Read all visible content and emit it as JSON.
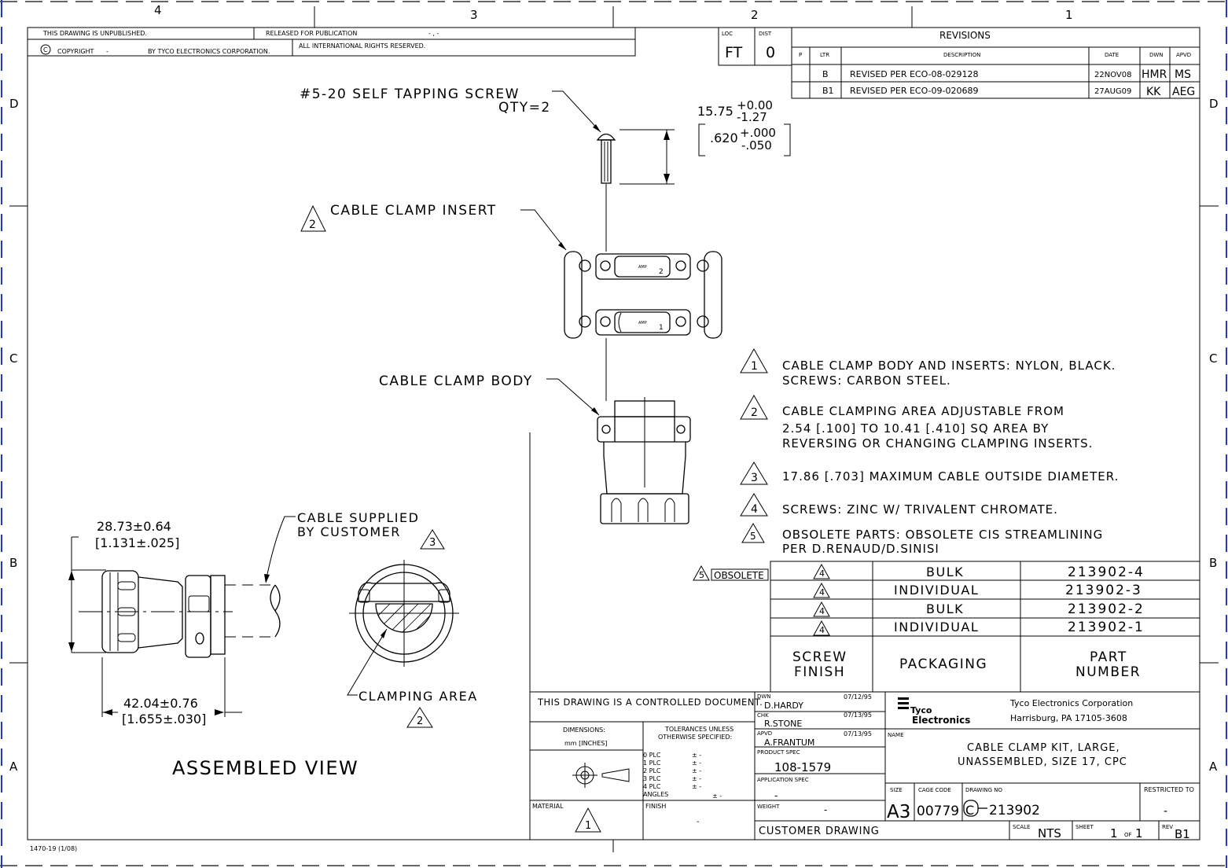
{
  "border": {
    "zones_top": [
      "4",
      "3",
      "2",
      "1"
    ],
    "zones_side": [
      "D",
      "C",
      "B",
      "A"
    ]
  },
  "header": {
    "unpublished": "THIS DRAWING IS UNPUBLISHED.",
    "released": "RELEASED FOR PUBLICATION",
    "release_date": "- , -",
    "copyright_mark": "C",
    "copyright_label": "COPYRIGHT",
    "copyright_dash": "-",
    "copyright_by": "BY TYCO ELECTRONICS CORPORATION.",
    "rights": "ALL INTERNATIONAL RIGHTS RESERVED."
  },
  "loc_dist": {
    "loc_label": "LOC",
    "loc_value": "FT",
    "dist_label": "DIST",
    "dist_value": "0"
  },
  "revisions": {
    "title": "REVISIONS",
    "headers": [
      "P",
      "LTR",
      "DESCRIPTION",
      "DATE",
      "DWN",
      "APVD"
    ],
    "rows": [
      {
        "ltr": "B",
        "desc": "REVISED PER ECO-08-029128",
        "date": "22NOV08",
        "dwn": "HMR",
        "apvd": "MS"
      },
      {
        "ltr": "B1",
        "desc": "REVISED PER ECO-09-020689",
        "date": "27AUG09",
        "dwn": "KK",
        "apvd": "AEG"
      }
    ]
  },
  "callouts": {
    "screw_line1": "#5-20 SELF TAPPING SCREW",
    "screw_line2": "QTY=2",
    "dim_metric_base": "15.75",
    "dim_metric_plus": "+0.00",
    "dim_metric_minus": "-1.27",
    "dim_inch_base": ".620",
    "dim_inch_plus": "+.000",
    "dim_inch_minus": "-.050",
    "insert_flag": "2",
    "insert_label": "CABLE CLAMP INSERT",
    "insert_mark_top": "2",
    "insert_mark_bottom": "1",
    "insert_brand": "AMP",
    "body_label": "CABLE CLAMP BODY"
  },
  "notes": [
    {
      "flag": "1",
      "lines": [
        "CABLE CLAMP BODY AND INSERTS: NYLON, BLACK.",
        "SCREWS: CARBON STEEL."
      ]
    },
    {
      "flag": "2",
      "lines": [
        "CABLE CLAMPING AREA ADJUSTABLE FROM",
        "2.54 [.100] TO 10.41 [.410] SQ AREA BY",
        "REVERSING OR CHANGING CLAMPING INSERTS."
      ]
    },
    {
      "flag": "3",
      "lines": [
        "17.86 [.703] MAXIMUM CABLE OUTSIDE DIAMETER."
      ]
    },
    {
      "flag": "4",
      "lines": [
        "SCREWS: ZINC W/ TRIVALENT CHROMATE."
      ]
    },
    {
      "flag": "5",
      "lines": [
        "OBSOLETE PARTS: OBSOLETE CIS STREAMLINING",
        "PER D.RENAUD/D.SINISI"
      ]
    }
  ],
  "assembled": {
    "dim_length": "28.73±0.64",
    "dim_length_in": "[1.131±.025]",
    "dim_overall": "42.04±0.76",
    "dim_overall_in": "[1.655±.030]",
    "cable_line1": "CABLE SUPPLIED",
    "cable_line2": "BY CUSTOMER",
    "cable_flag": "3",
    "clamping_label": "CLAMPING AREA",
    "clamping_flag": "2",
    "view_title": "ASSEMBLED VIEW"
  },
  "part_table": {
    "obsolete_flag": "5",
    "obsolete_label": "OBSOLETE",
    "rows": [
      {
        "finish_flag": "4",
        "packaging": "BULK",
        "part": "213902-4"
      },
      {
        "finish_flag": "4",
        "packaging": "INDIVIDUAL",
        "part": "213902-3"
      },
      {
        "finish_flag": "4",
        "packaging": "BULK",
        "part": "213902-2"
      },
      {
        "finish_flag": "4",
        "packaging": "INDIVIDUAL",
        "part": "213902-1"
      }
    ],
    "headers": {
      "finish_1": "SCREW",
      "finish_2": "FINISH",
      "packaging": "PACKAGING",
      "part_1": "PART",
      "part_2": "NUMBER"
    }
  },
  "title_block": {
    "controlled": "THIS DRAWING IS A CONTROLLED DOCUMENT.",
    "dimensions_label": "DIMENSIONS:",
    "dimensions_value": "mm [INCHES]",
    "tol_1": "TOLERANCES UNLESS",
    "tol_2": "OTHERWISE SPECIFIED:",
    "tolerances": [
      {
        "label": "0 PLC",
        "value": "± -"
      },
      {
        "label": "1 PLC",
        "value": "± -"
      },
      {
        "label": "2 PLC",
        "value": "± -"
      },
      {
        "label": "3 PLC",
        "value": "± -"
      },
      {
        "label": "4 PLC",
        "value": "± -"
      },
      {
        "label": "ANGLES",
        "value": "± -"
      }
    ],
    "material_label": "MATERIAL",
    "material_flag": "1",
    "finish_label": "FINISH",
    "finish_value": "-",
    "dwn_label": "DWN",
    "dwn_name": "D.HARDY",
    "dwn_date": "07/12/95",
    "chk_label": "CHK",
    "chk_name": "R.STONE",
    "chk_date": "07/13/95",
    "apvd_label": "APVD",
    "apvd_name": "A.FRANTUM",
    "apvd_date": "07/13/95",
    "product_spec_label": "PRODUCT SPEC",
    "product_spec": "108-1579",
    "application_spec_label": "APPLICATION SPEC",
    "application_spec": "-",
    "weight_label": "WEIGHT",
    "weight": "-",
    "company_logo_1": "Tyco",
    "company_logo_2": "Electronics",
    "company_name": "Tyco Electronics Corporation",
    "company_address": "Harrisburg, PA 17105-3608",
    "name_label": "NAME",
    "title_1": "CABLE CLAMP KIT, LARGE,",
    "title_2": "UNASSEMBLED, SIZE 17, CPC",
    "size_label": "SIZE",
    "size": "A3",
    "cage_label": "CAGE CODE",
    "cage": "00779",
    "drawing_no_label": "DRAWING NO",
    "drawing_prefix": "C",
    "drawing_no": "213902",
    "restricted_label": "RESTRICTED TO",
    "restricted": "-",
    "customer_drawing": "CUSTOMER DRAWING",
    "scale_label": "SCALE",
    "scale": "NTS",
    "sheet_label": "SHEET",
    "sheet": "1",
    "sheet_of": "OF",
    "sheet_total": "1",
    "rev_label": "REV",
    "rev": "B1"
  },
  "footer": {
    "form_no": "1470-19 (1/08)"
  }
}
